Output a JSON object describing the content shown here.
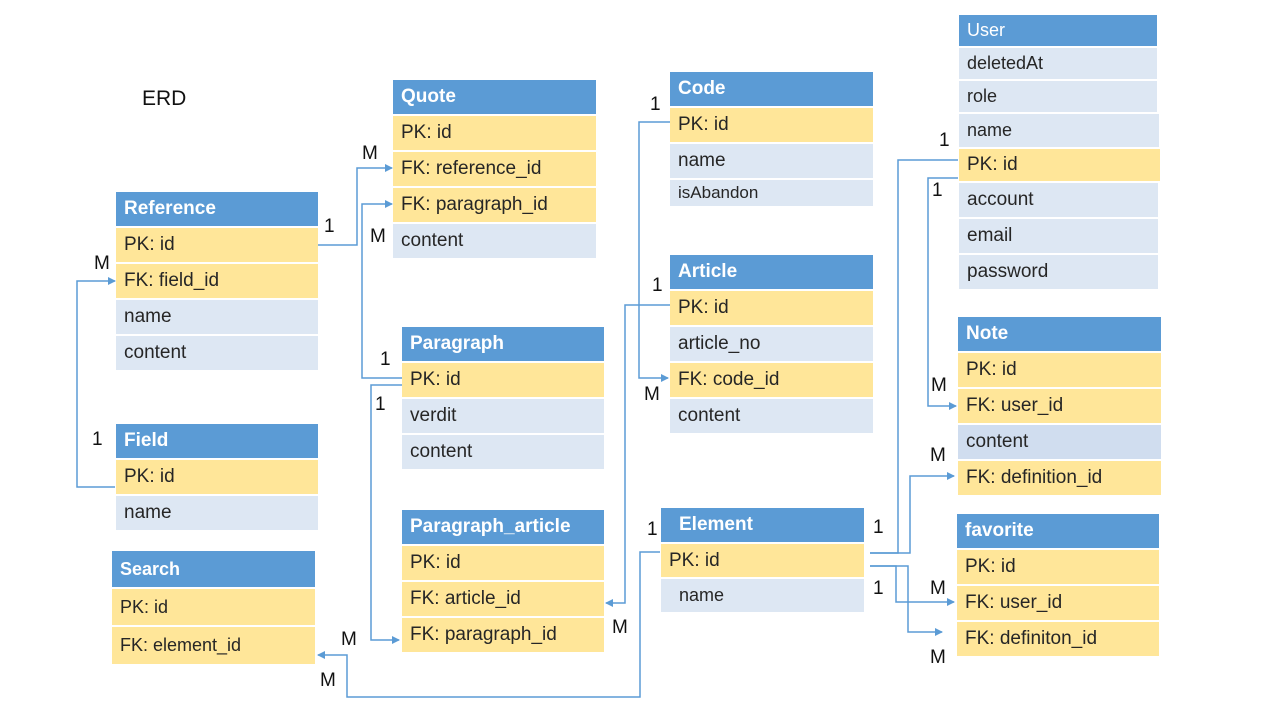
{
  "title": "ERD",
  "entities": {
    "quote": {
      "name": "Quote",
      "attrs": [
        "PK: id",
        "FK: reference_id",
        "FK: paragraph_id",
        "content"
      ]
    },
    "code": {
      "name": "Code",
      "attrs": [
        "PK: id",
        "name",
        "isAbandon"
      ]
    },
    "user": {
      "name": "User",
      "attrs": [
        "deletedAt",
        "role",
        "name",
        "PK: id",
        "account",
        "email",
        "password"
      ]
    },
    "reference": {
      "name": "Reference",
      "attrs": [
        "PK: id",
        "FK: field_id",
        "name",
        "content"
      ]
    },
    "paragraph": {
      "name": "Paragraph",
      "attrs": [
        "PK: id",
        "verdit",
        "content"
      ]
    },
    "article": {
      "name": "Article",
      "attrs": [
        "PK: id",
        "article_no",
        "FK: code_id",
        "content"
      ]
    },
    "note": {
      "name": "Note",
      "attrs": [
        "PK: id",
        "FK: user_id",
        "content",
        "FK: definition_id"
      ]
    },
    "field": {
      "name": "Field",
      "attrs": [
        "PK: id",
        "name"
      ]
    },
    "paragraph_article": {
      "name": "Paragraph_article",
      "attrs": [
        "PK: id",
        "FK: article_id",
        "FK: paragraph_id"
      ]
    },
    "element": {
      "name": "Element",
      "attrs": [
        "PK: id",
        "name"
      ]
    },
    "favorite": {
      "name": "favorite",
      "attrs": [
        "PK: id",
        "FK: user_id",
        "FK: definiton_id"
      ]
    },
    "search": {
      "name": "Search",
      "attrs": [
        "PK: id",
        "FK: element_id"
      ]
    }
  },
  "cardinalities": {
    "ref_quote_one": "1",
    "ref_quote_many": "M",
    "para_quote_many": "M",
    "para_quote_one": "1",
    "field_ref_many": "M",
    "field_ref_one": "1",
    "code_article_one": "1",
    "code_article_many": "M",
    "article_pa_one": "1",
    "article_pa_many": "M",
    "para_pa_one": "1",
    "para_pa_many": "M",
    "user_note_top": "1",
    "user_note_one": "1",
    "user_note_many": "M",
    "element_note_one": "1",
    "element_note_many": "M",
    "element_fav_one": "1",
    "element_fav_many1": "M",
    "element_fav_many2": "M",
    "element_search_one": "1",
    "element_search_many": "M"
  }
}
